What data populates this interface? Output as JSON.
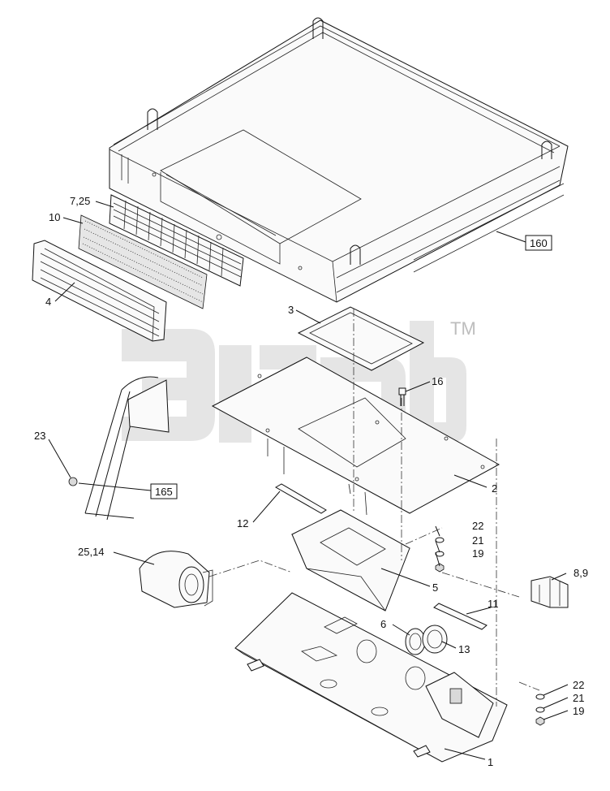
{
  "diagram": {
    "watermark_tm": "TM",
    "callouts": [
      {
        "id": "c-7-25",
        "label": "7,25"
      },
      {
        "id": "c-10",
        "label": "10"
      },
      {
        "id": "c-4",
        "label": "4"
      },
      {
        "id": "c-160",
        "label": "160",
        "boxed": true
      },
      {
        "id": "c-3",
        "label": "3"
      },
      {
        "id": "c-16",
        "label": "16"
      },
      {
        "id": "c-23",
        "label": "23"
      },
      {
        "id": "c-165",
        "label": "165",
        "boxed": true
      },
      {
        "id": "c-2",
        "label": "2"
      },
      {
        "id": "c-12",
        "label": "12"
      },
      {
        "id": "c-22a",
        "label": "22"
      },
      {
        "id": "c-21a",
        "label": "21"
      },
      {
        "id": "c-19a",
        "label": "19"
      },
      {
        "id": "c-25-14",
        "label": "25,14"
      },
      {
        "id": "c-5",
        "label": "5"
      },
      {
        "id": "c-8-9",
        "label": "8,9"
      },
      {
        "id": "c-11",
        "label": "11"
      },
      {
        "id": "c-6",
        "label": "6"
      },
      {
        "id": "c-13",
        "label": "13"
      },
      {
        "id": "c-22b",
        "label": "22"
      },
      {
        "id": "c-21b",
        "label": "21"
      },
      {
        "id": "c-19b",
        "label": "19"
      },
      {
        "id": "c-1",
        "label": "1"
      }
    ]
  }
}
